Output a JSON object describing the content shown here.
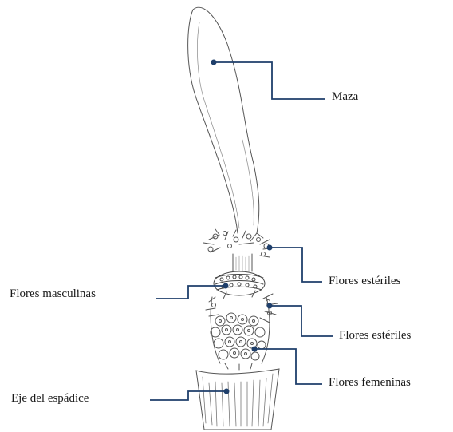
{
  "labels": {
    "maza": "Maza",
    "flores_esteriles_1": "Flores estériles",
    "flores_masculinas": "Flores masculinas",
    "flores_esteriles_2": "Flores estériles",
    "flores_femeninas": "Flores femeninas",
    "eje_espadice": "Eje del espádice"
  },
  "colors": {
    "leader_line": "#1f3f6b",
    "drawing": "#555555",
    "text": "#1a1a1a"
  }
}
